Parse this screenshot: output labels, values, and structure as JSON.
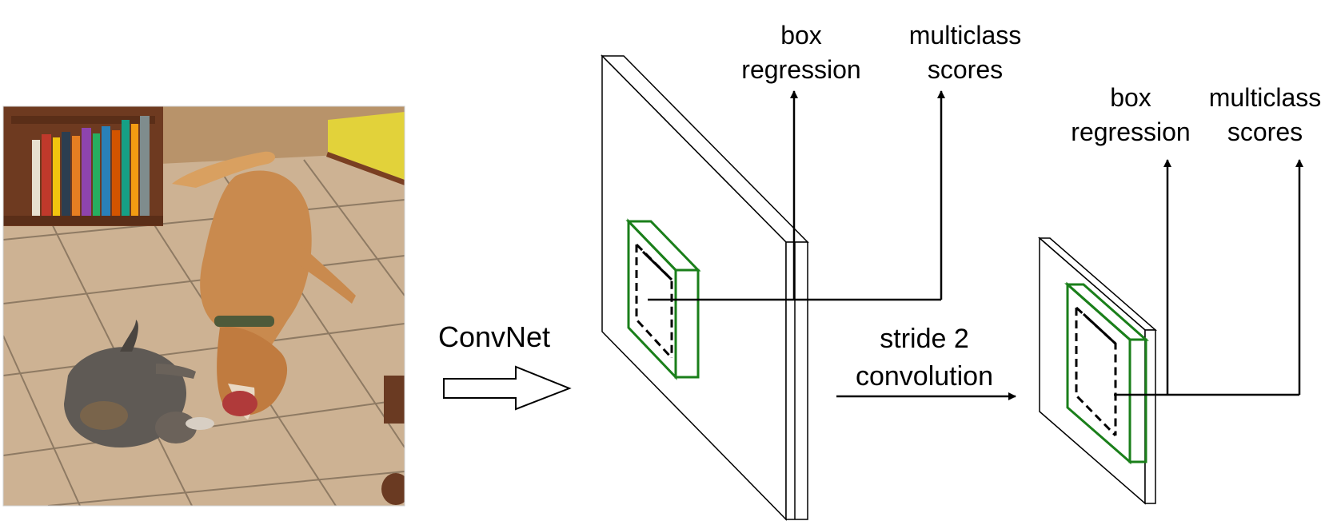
{
  "diagram": {
    "input_image": {
      "description_icon": "photo-icon"
    },
    "convnet_label": "ConvNet",
    "stride_label_line1": "stride 2",
    "stride_label_line2": "convolution",
    "level1": {
      "box_line1": "box",
      "box_line2": "regression",
      "scores_line1": "multiclass",
      "scores_line2": "scores"
    },
    "level2": {
      "box_line1": "box",
      "box_line2": "regression",
      "scores_line1": "multiclass",
      "scores_line2": "scores"
    },
    "colors": {
      "line": "#000000",
      "anchor_box": "#1a7f1a",
      "floor_tile": "#c9ad8c",
      "grout": "#8e7a63",
      "dog": "#c88a4d",
      "cat": "#5a5550",
      "shelf": "#7a3f22",
      "wall": "#b58a58"
    }
  }
}
